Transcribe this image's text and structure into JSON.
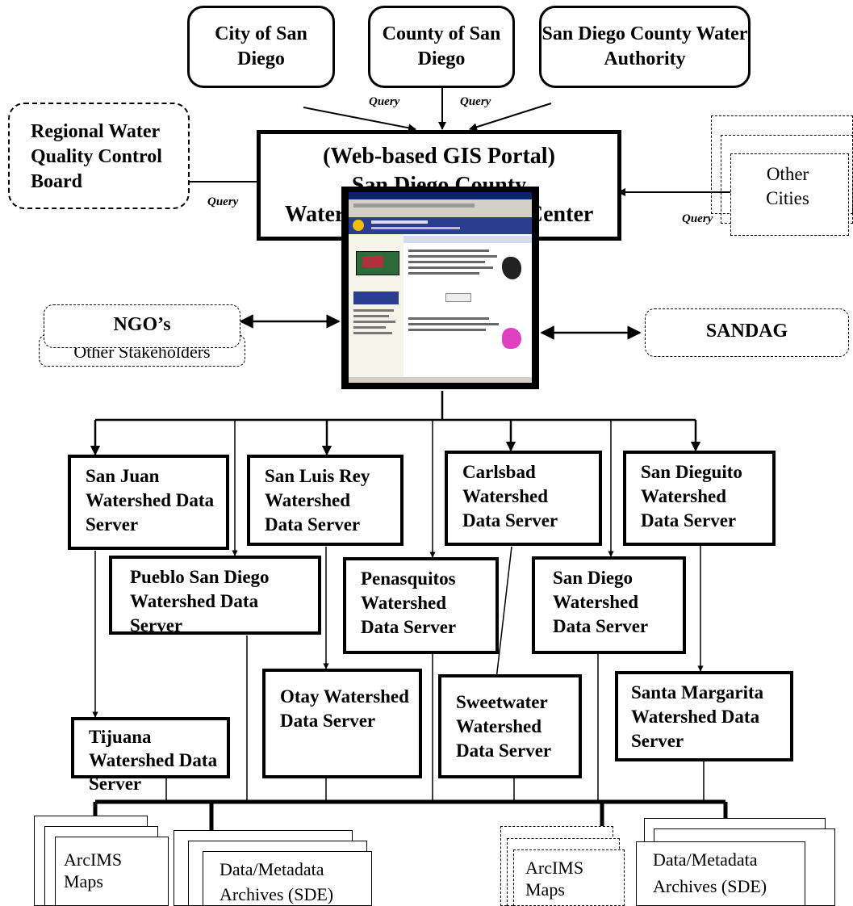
{
  "agencies": {
    "city": "City of San Diego",
    "county": "County of San Diego",
    "water_authority": "San Diego County Water Authority",
    "regional_board": "Regional Water Quality Control Board",
    "other_cities": "Other Cities"
  },
  "query_label": "Query",
  "portal": {
    "line1": "(Web-based GIS Portal)",
    "line2": "San Diego County",
    "line3": "Watersheds Information Center"
  },
  "stakeholders": {
    "ngo": "NGO’s",
    "other": "Other Stakeholders",
    "sandag": "SANDAG"
  },
  "servers": {
    "row1": [
      "San Juan Watershed Data Server",
      "San Luis Rey Watershed Data Server",
      "Carlsbad Watershed Data Server",
      "San Dieguito Watershed Data Server"
    ],
    "row2": [
      "Pueblo San Diego Watershed Data Server",
      "Penasquitos Watershed Data Server",
      "San Diego Watershed Data Server"
    ],
    "row3": [
      "Tijuana Watershed Data Server",
      "Otay Watershed Data Server",
      "Sweetwater Watershed Data Server",
      "Santa Margarita Watershed Data Server"
    ]
  },
  "storage": {
    "arcims": "ArcIMS Maps",
    "archives": "Data/Metadata Archives (SDE)"
  }
}
